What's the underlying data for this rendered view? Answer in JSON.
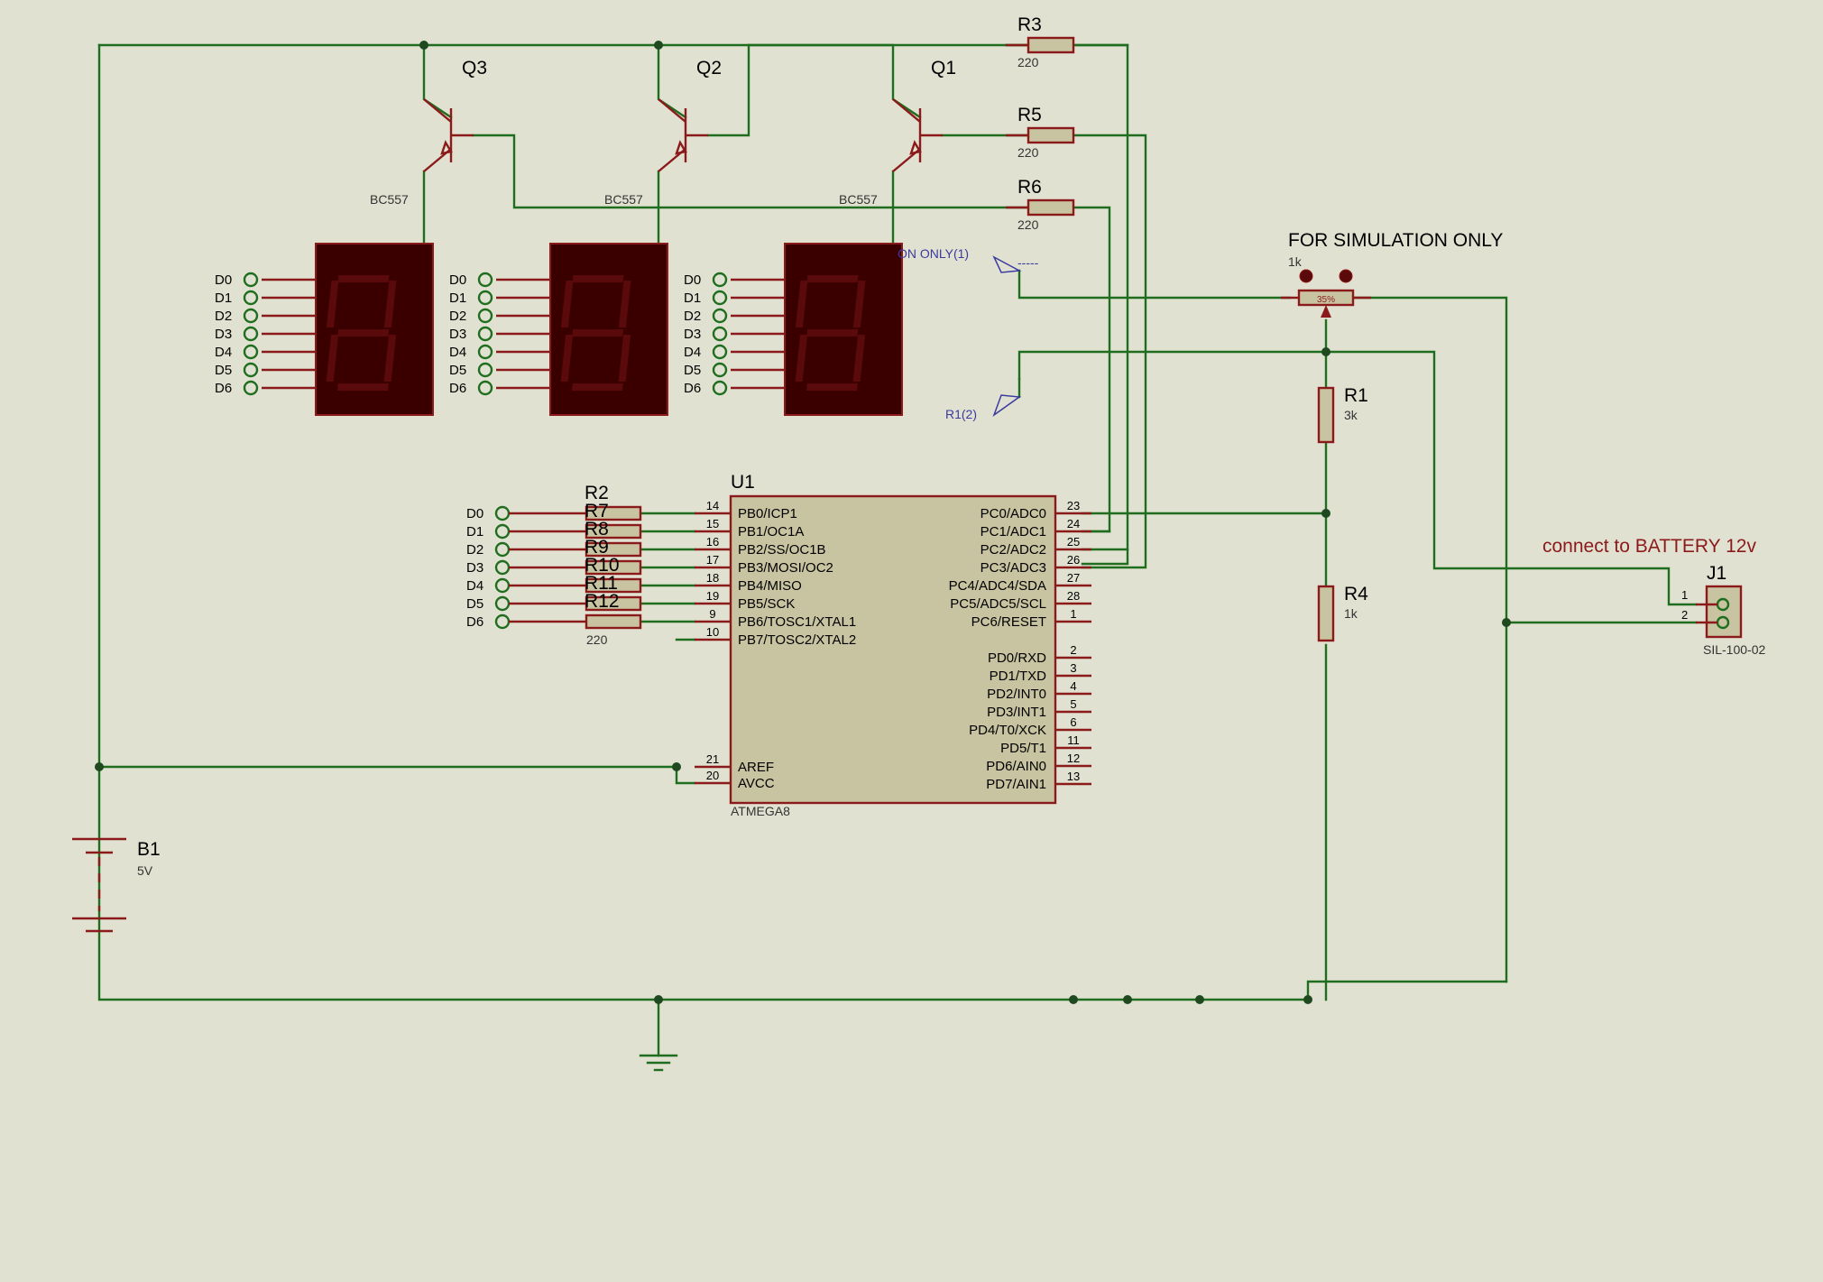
{
  "transistors": [
    {
      "ref": "Q3",
      "model": "BC557"
    },
    {
      "ref": "Q2",
      "model": "BC557"
    },
    {
      "ref": "Q1",
      "model": "BC557"
    }
  ],
  "base_resistors": [
    {
      "ref": "R3",
      "value": "220"
    },
    {
      "ref": "R5",
      "value": "220"
    },
    {
      "ref": "R6",
      "value": "220"
    }
  ],
  "display_pins": [
    "D0",
    "D1",
    "D2",
    "D3",
    "D4",
    "D5",
    "D6"
  ],
  "segment_resistors": {
    "refs": [
      "R2",
      "R7",
      "R8",
      "R9",
      "R10",
      "R11",
      "R12"
    ],
    "value": "220"
  },
  "mcu": {
    "ref": "U1",
    "part": "ATMEGA8",
    "left_pins": [
      {
        "num": "14",
        "name": "PB0/ICP1"
      },
      {
        "num": "15",
        "name": "PB1/OC1A"
      },
      {
        "num": "16",
        "name": "PB2/SS/OC1B"
      },
      {
        "num": "17",
        "name": "PB3/MOSI/OC2"
      },
      {
        "num": "18",
        "name": "PB4/MISO"
      },
      {
        "num": "19",
        "name": "PB5/SCK"
      },
      {
        "num": "9",
        "name": "PB6/TOSC1/XTAL1"
      },
      {
        "num": "10",
        "name": "PB7/TOSC2/XTAL2"
      }
    ],
    "power_pins": [
      {
        "num": "21",
        "name": "AREF"
      },
      {
        "num": "20",
        "name": "AVCC"
      }
    ],
    "right_pins": [
      {
        "num": "23",
        "name": "PC0/ADC0"
      },
      {
        "num": "24",
        "name": "PC1/ADC1"
      },
      {
        "num": "25",
        "name": "PC2/ADC2"
      },
      {
        "num": "26",
        "name": "PC3/ADC3"
      },
      {
        "num": "27",
        "name": "PC4/ADC4/SDA"
      },
      {
        "num": "28",
        "name": "PC5/ADC5/SCL"
      },
      {
        "num": "1",
        "name": "PC6/RESET"
      },
      {
        "num": "2",
        "name": "PD0/RXD"
      },
      {
        "num": "3",
        "name": "PD1/TXD"
      },
      {
        "num": "4",
        "name": "PD2/INT0"
      },
      {
        "num": "5",
        "name": "PD3/INT1"
      },
      {
        "num": "6",
        "name": "PD4/T0/XCK"
      },
      {
        "num": "11",
        "name": "PD5/T1"
      },
      {
        "num": "12",
        "name": "PD6/AIN0"
      },
      {
        "num": "13",
        "name": "PD7/AIN1"
      }
    ]
  },
  "pot": {
    "title": "FOR SIMULATION ONLY",
    "value": "1k",
    "setting": "35%"
  },
  "r1": {
    "ref": "R1",
    "value": "3k"
  },
  "r4": {
    "ref": "R4",
    "value": "1k"
  },
  "battery": {
    "ref": "B1",
    "value": "5V"
  },
  "connector": {
    "ref": "J1",
    "part": "SIL-100-02",
    "note": "connect to BATTERY 12v",
    "pins": [
      "1",
      "2"
    ]
  },
  "terminals": {
    "t1": "ON ONLY(1)",
    "t1_dash": "-----",
    "t2": "R1(2)"
  }
}
